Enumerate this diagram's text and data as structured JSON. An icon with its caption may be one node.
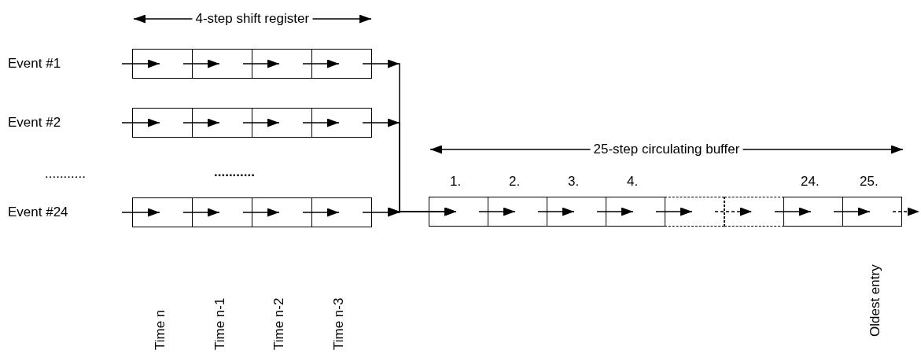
{
  "diagram": {
    "nodes": [
      {
        "text": [],
        "shape": "box"
      },
      {
        "text": [],
        "shape": "box"
      },
      {
        "text": [],
        "shape": "box"
      },
      {
        "text": [],
        "shape": "box"
      },
      {
        "text": [],
        "shape": "box"
      },
      {
        "text": [],
        "shape": "box"
      },
      {
        "text": [],
        "shape": "box"
      },
      {
        "text": [],
        "shape": "box"
      },
      {
        "text": [],
        "shape": "box"
      },
      {
        "text": [],
        "shape": "box"
      },
      {
        "text": [],
        "shape": "box"
      },
      {
        "text": [],
        "shape": "box"
      },
      {
        "text": [],
        "shape": "box",
        "beside": [
          "1."
        ]
      },
      {
        "text": [],
        "shape": "box",
        "beside": [
          "2."
        ]
      },
      {
        "text": [],
        "shape": "box",
        "beside": [
          "3."
        ]
      },
      {
        "text": [],
        "shape": "box",
        "beside": [
          "4."
        ]
      },
      {
        "text": [],
        "shape": "box"
      },
      {
        "text": [],
        "shape": "box"
      },
      {
        "text": [],
        "shape": "box",
        "beside": [
          "24."
        ]
      },
      {
        "text": [],
        "shape": "box",
        "beside": [
          "25."
        ]
      }
    ],
    "edges": [
      {
        "from": null,
        "to": 0,
        "arrow": "to"
      },
      {
        "from": 0,
        "to": 1,
        "arrow": "to"
      },
      {
        "from": 1,
        "to": 2,
        "arrow": "to"
      },
      {
        "from": 2,
        "to": 3,
        "arrow": "to"
      },
      {
        "from": 3,
        "to": 12,
        "arrow": "to"
      },
      {
        "from": null,
        "to": 4,
        "arrow": "to"
      },
      {
        "from": 4,
        "to": 5,
        "arrow": "to"
      },
      {
        "from": 5,
        "to": 6,
        "arrow": "to"
      },
      {
        "from": 6,
        "to": 7,
        "arrow": "to"
      },
      {
        "from": 7,
        "to": 12,
        "arrow": "to"
      },
      {
        "from": null,
        "to": 8,
        "arrow": "to"
      },
      {
        "from": 8,
        "to": 9,
        "arrow": "to"
      },
      {
        "from": 9,
        "to": 10,
        "arrow": "to"
      },
      {
        "from": 10,
        "to": 11,
        "arrow": "to"
      },
      {
        "from": 11,
        "to": 12,
        "arrow": "to"
      },
      {
        "from": 12,
        "to": 13,
        "arrow": "to"
      },
      {
        "from": 13,
        "to": 14,
        "arrow": "to"
      },
      {
        "from": 14,
        "to": 15,
        "arrow": "to"
      },
      {
        "from": 15,
        "to": 16,
        "arrow": "to"
      },
      {
        "from": 16,
        "to": 17,
        "arrow": "to",
        "style": "dashed"
      },
      {
        "from": 17,
        "to": 18,
        "arrow": "to"
      },
      {
        "from": 18,
        "to": 19,
        "arrow": "to"
      },
      {
        "from": 19,
        "to": null,
        "arrow": "to",
        "style": "dashed"
      }
    ],
    "labels": [
      "4-step shift register",
      "Event #1",
      "Event #2",
      "25-step circulating buffer",
      "...........",
      "...........",
      "Event #24",
      "Time n",
      "Time n-1",
      "Time n-2",
      "Time n-3",
      "Oldest entry"
    ]
  }
}
